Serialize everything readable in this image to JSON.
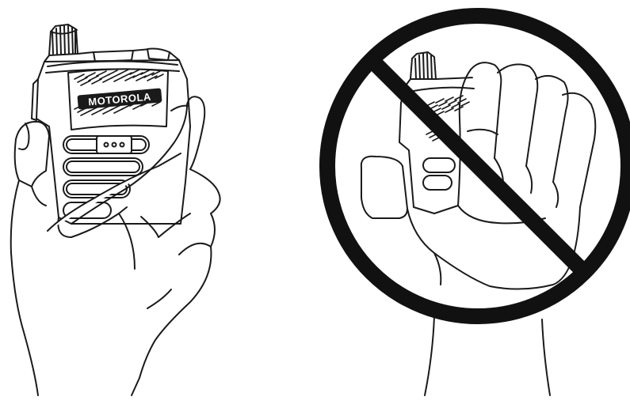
{
  "figures": [
    {
      "id": "correct",
      "brand": "MOTOROLA",
      "icons": [
        "radio-icon",
        "hand-icon"
      ]
    },
    {
      "id": "incorrect",
      "icons": [
        "radio-icon",
        "fist-icon",
        "prohibition-icon"
      ]
    }
  ],
  "colors": {
    "line": "#1a1a1a",
    "background": "#ffffff",
    "prohibition": "#111111"
  }
}
